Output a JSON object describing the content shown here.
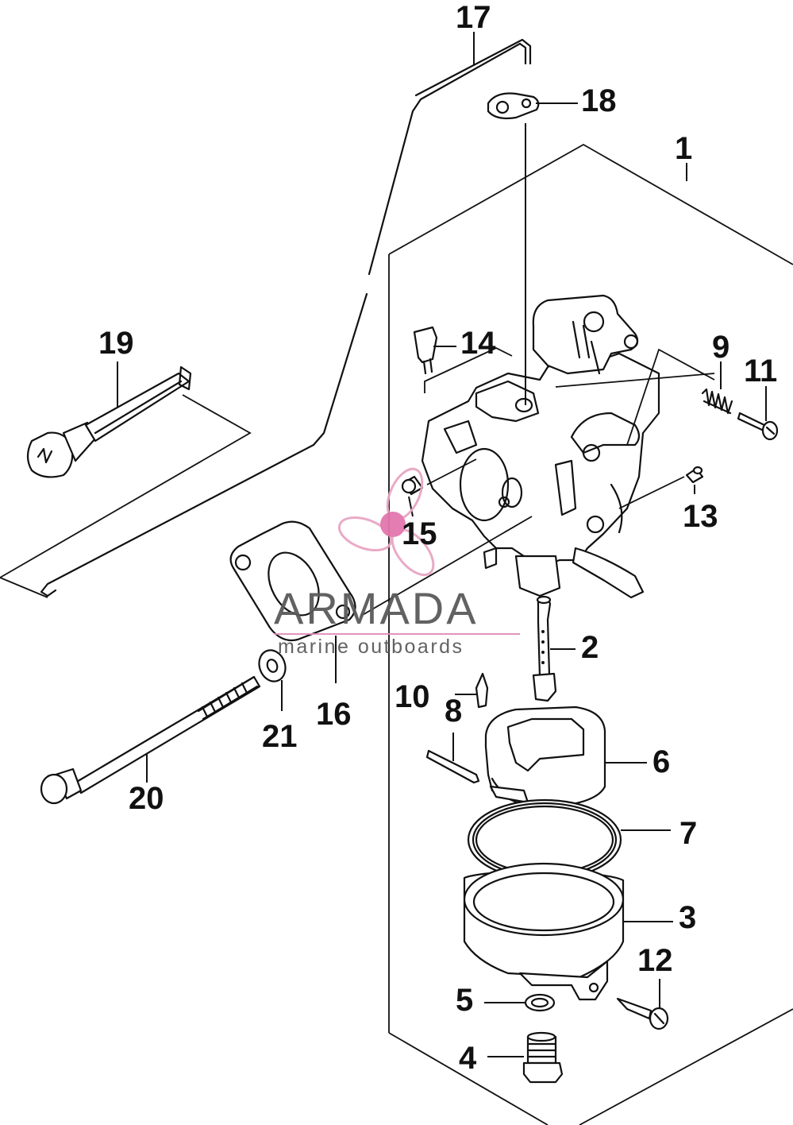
{
  "diagram": {
    "callouts": [
      {
        "id": "c1",
        "label": "1"
      },
      {
        "id": "c2",
        "label": "2"
      },
      {
        "id": "c3",
        "label": "3"
      },
      {
        "id": "c4",
        "label": "4"
      },
      {
        "id": "c5",
        "label": "5"
      },
      {
        "id": "c6",
        "label": "6"
      },
      {
        "id": "c7",
        "label": "7"
      },
      {
        "id": "c8",
        "label": "8"
      },
      {
        "id": "c9",
        "label": "9"
      },
      {
        "id": "c10",
        "label": "10"
      },
      {
        "id": "c11",
        "label": "11"
      },
      {
        "id": "c12",
        "label": "12"
      },
      {
        "id": "c13",
        "label": "13"
      },
      {
        "id": "c14",
        "label": "14"
      },
      {
        "id": "c15",
        "label": "15"
      },
      {
        "id": "c16",
        "label": "16"
      },
      {
        "id": "c17",
        "label": "17"
      },
      {
        "id": "c18",
        "label": "18"
      },
      {
        "id": "c19",
        "label": "19"
      },
      {
        "id": "c20",
        "label": "20"
      },
      {
        "id": "c21",
        "label": "21"
      }
    ]
  },
  "watermark": {
    "brand": "ARMADA",
    "tagline": "marine outboards",
    "colors": {
      "logo_pink": "#e8a6c4",
      "logo_dot": "#e377ad",
      "divider": "#e08fb8",
      "text": "#5a5a5a"
    }
  }
}
